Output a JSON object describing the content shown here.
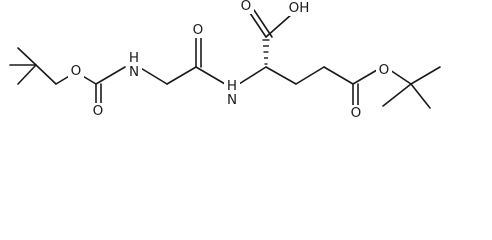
{
  "structure": {
    "atoms": {
      "ester_o_left": "O",
      "carbonyl_o_left": "O",
      "nh_left": "H\nN",
      "amide_o": "O",
      "nh_mid": "H\nN",
      "acid_o": "O",
      "acid_oh": "OH",
      "ester_o_right": "O",
      "carbonyl_o_right": "O"
    }
  }
}
